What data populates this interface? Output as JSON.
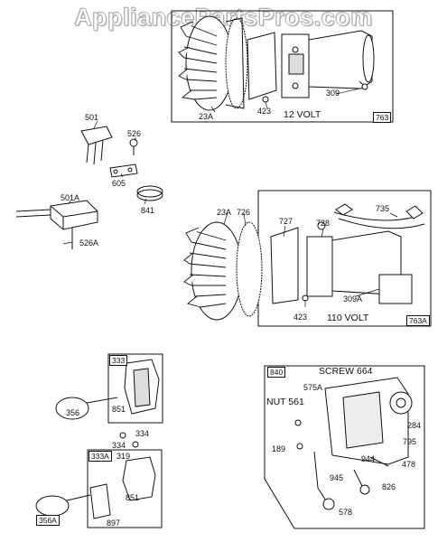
{
  "watermark": "AppliancePartsPros.com",
  "colors": {
    "line": "#111111",
    "fill": "#ffffff",
    "shade": "#dcdcdc"
  },
  "groups": {
    "starter_12v": {
      "box_id": "763",
      "voltage": "12 VOLT",
      "parts": [
        "23A",
        "423",
        "309"
      ]
    },
    "starter_110v": {
      "box_id": "763A",
      "voltage": "110 VOLT",
      "parts": [
        "23A",
        "726",
        "727",
        "728",
        "735",
        "309A",
        "423"
      ]
    },
    "rectifier_parts": [
      "501",
      "526",
      "605",
      "841",
      "501A",
      "526A"
    ],
    "alternator_333": {
      "box_id": "333",
      "parts": [
        "851",
        "356",
        "334",
        "334"
      ]
    },
    "alternator_333A": {
      "box_id": "333A",
      "parts": [
        "319",
        "851",
        "897",
        "356A"
      ]
    },
    "panel_840": {
      "box_id": "840",
      "parts": [
        "SCREW 664",
        "575A",
        "NUT 561",
        "284",
        "795",
        "189",
        "944",
        "478",
        "945",
        "826",
        "578"
      ]
    }
  }
}
